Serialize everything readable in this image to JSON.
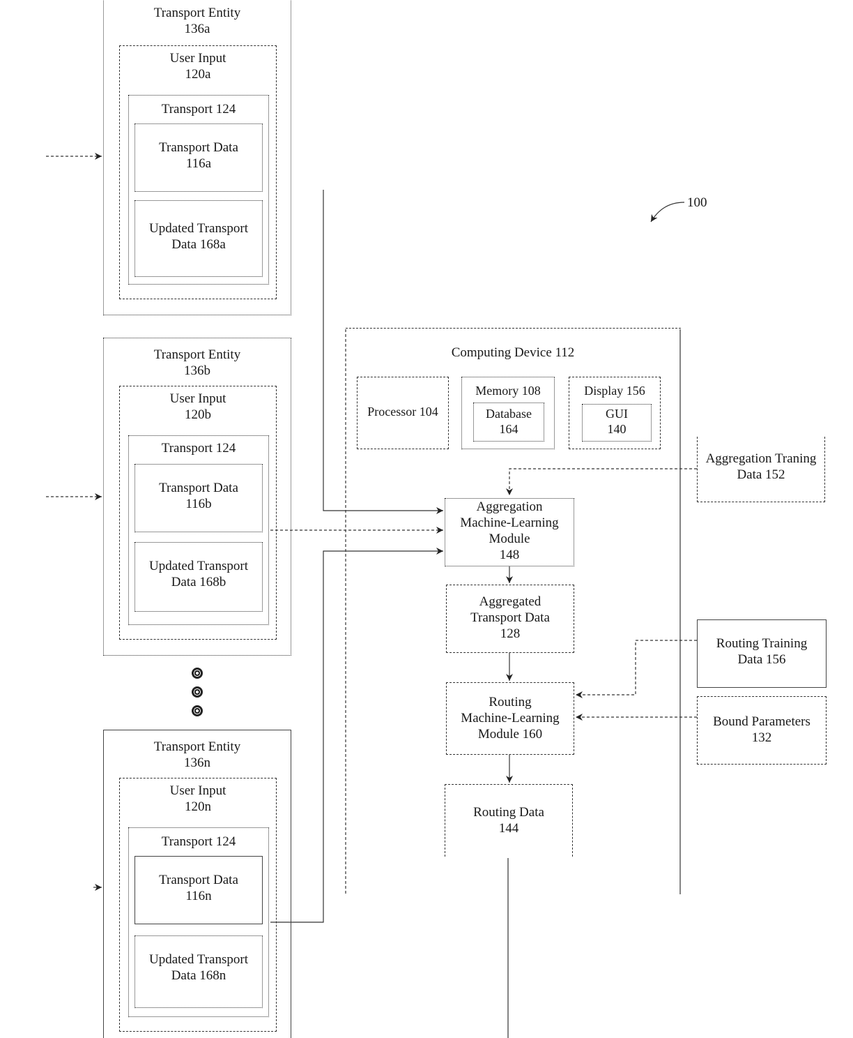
{
  "figure_ref": "100",
  "entities": [
    {
      "name": "Transport Entity\n136a",
      "user_input": "User Input\n120a",
      "transport": "Transport 124",
      "transport_data": "Transport Data\n116a",
      "updated": "Updated Transport\nData 168a"
    },
    {
      "name": "Transport Entity\n136b",
      "user_input": "User Input\n120b",
      "transport": "Transport 124",
      "transport_data": "Transport Data\n116b",
      "updated": "Updated Transport\nData 168b"
    },
    {
      "name": "Transport Entity\n136n",
      "user_input": "User Input\n120n",
      "transport": "Transport 124",
      "transport_data": "Transport Data\n116n",
      "updated": "Updated Transport\nData 168n"
    }
  ],
  "computing_device": {
    "title": "Computing Device 112",
    "processor": "Processor 104",
    "memory": "Memory 108",
    "database": "Database\n164",
    "display": "Display 156",
    "gui": "GUI\n140"
  },
  "aggregation_module": "Aggregation\nMachine-Learning\nModule\n148",
  "aggregated_data": "Aggregated\nTransport Data\n128",
  "routing_module": "Routing\nMachine-Learning\nModule 160",
  "routing_data": "Routing Data\n144",
  "aggregation_training": "Aggregation Traning\nData 152",
  "routing_training": "Routing Training\nData 156",
  "bound_parameters": "Bound Parameters\n132"
}
